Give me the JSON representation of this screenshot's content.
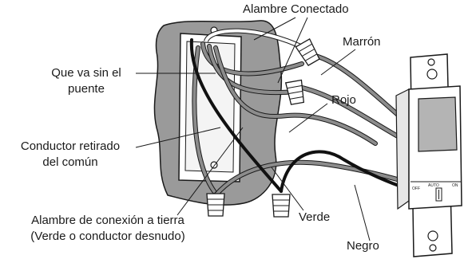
{
  "labels": {
    "wire_connected": "Alambre Conectado",
    "brown": "Marrón",
    "no_jumper_line1": "Que va sin el",
    "no_jumper_line2": "puente",
    "red": "Rojo",
    "removed_line1": "Conductor retirado",
    "removed_line2": "del común",
    "ground_line1": "Alambre de conexión a tierra",
    "ground_line2": "(Verde o conductor desnudo)",
    "green": "Verde",
    "black": "Negro"
  },
  "switch_labels": {
    "off": "OFF",
    "auto": "AUTO",
    "on": "ON"
  },
  "colors": {
    "wall_fill": "#9a9a9a",
    "box_fill": "#ffffff",
    "wire_gray": "#8c8c8c",
    "wire_black": "#111111",
    "outline": "#1a1a1a"
  }
}
